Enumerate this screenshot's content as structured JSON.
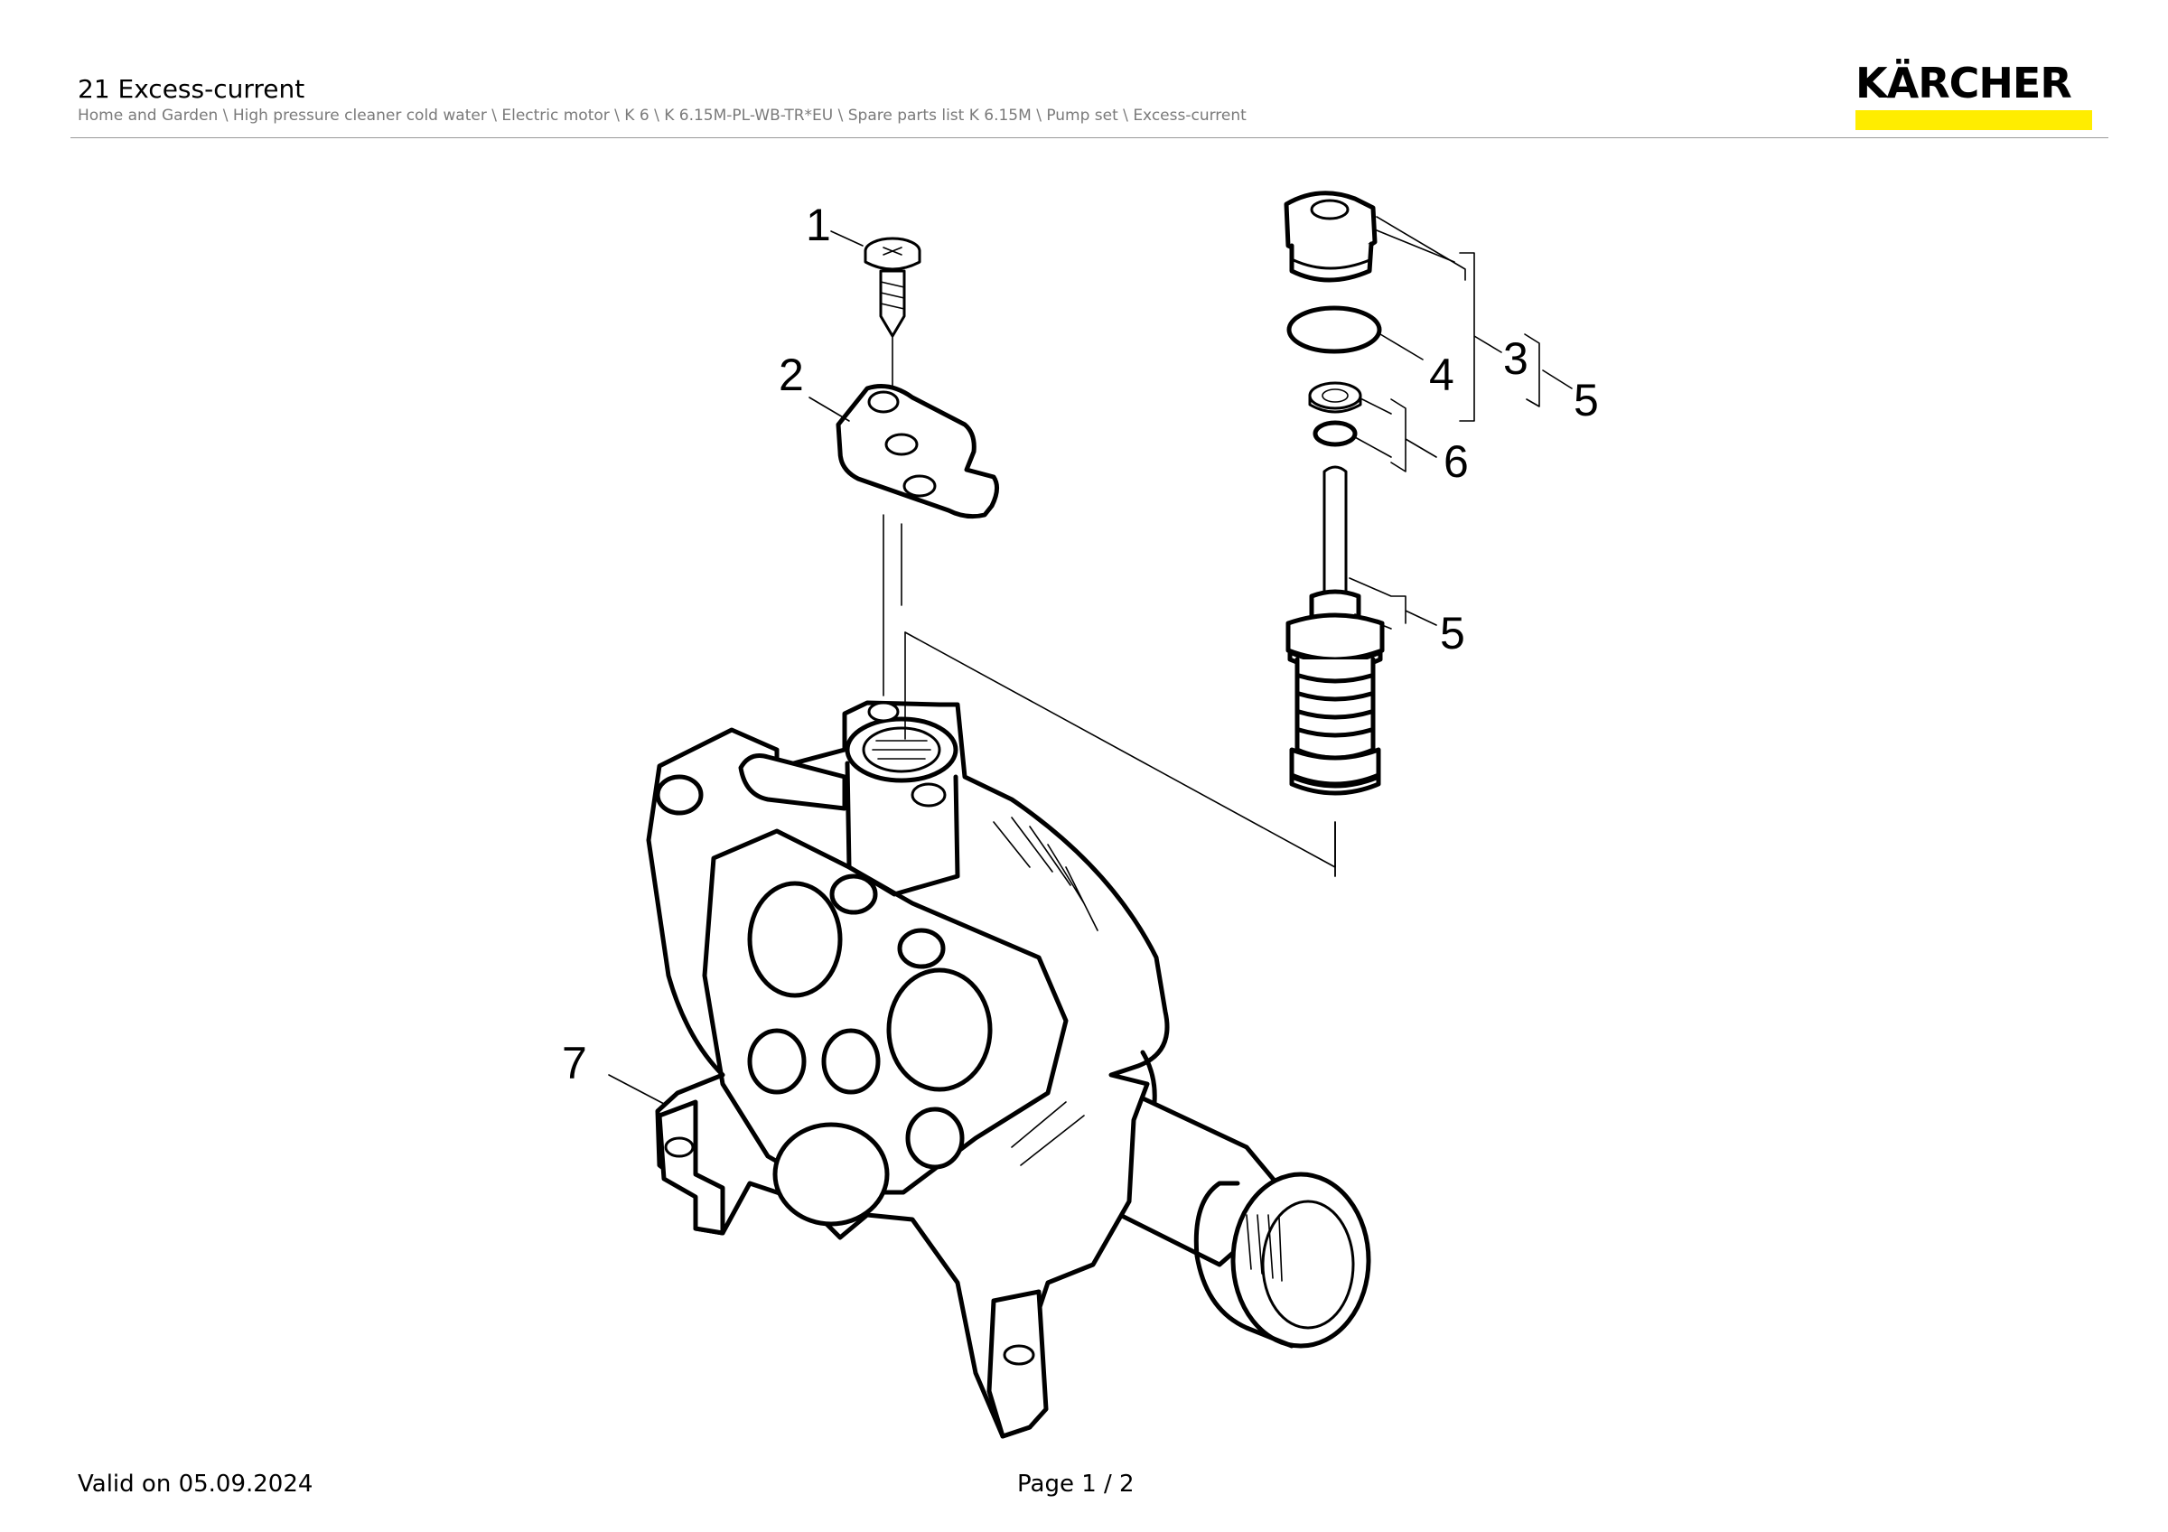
{
  "header": {
    "title": "21 Excess-current",
    "breadcrumb": "Home and Garden \\ High pressure cleaner cold water \\ Electric motor \\ K 6 \\ K 6.15M-PL-WB-TR*EU \\ Spare parts list K 6.15M \\ Pump set \\ Excess-current",
    "logo_text": "KÄRCHER",
    "logo_accent_color": "#ffed00"
  },
  "diagram": {
    "callouts": [
      "1",
      "2",
      "3",
      "4",
      "5",
      "6",
      "5",
      "7"
    ]
  },
  "footer": {
    "valid_on": "Valid on 05.09.2024",
    "page": "Page 1 / 2"
  }
}
